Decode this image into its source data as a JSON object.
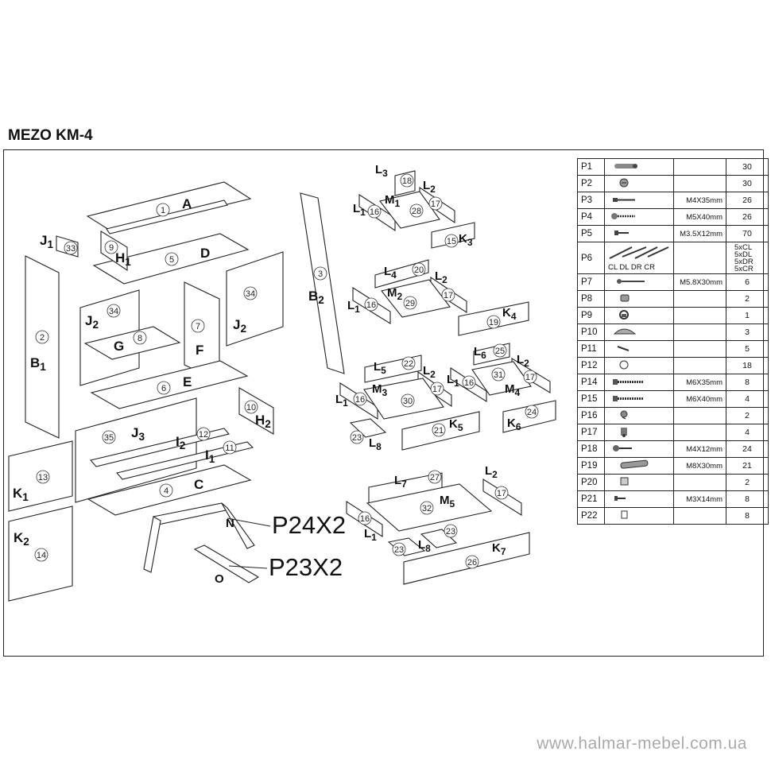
{
  "title": "MEZO KM-4",
  "footer": "www.halmar-mebel.com.ua",
  "diagram": {
    "panel_labels": [
      {
        "id": "A",
        "text": "A"
      },
      {
        "id": "D",
        "text": "D"
      },
      {
        "id": "J1",
        "text": "J",
        "sub": "1"
      },
      {
        "id": "H1",
        "text": "H",
        "sub": "1"
      },
      {
        "id": "B1",
        "text": "B",
        "sub": "1"
      },
      {
        "id": "J2a",
        "text": "J",
        "sub": "2"
      },
      {
        "id": "G",
        "text": "G"
      },
      {
        "id": "F",
        "text": "F"
      },
      {
        "id": "J2b",
        "text": "J",
        "sub": "2"
      },
      {
        "id": "E",
        "text": "E"
      },
      {
        "id": "H2",
        "text": "H",
        "sub": "2"
      },
      {
        "id": "J3",
        "text": "J",
        "sub": "3"
      },
      {
        "id": "I2",
        "text": "I",
        "sub": "2"
      },
      {
        "id": "I1",
        "text": "I",
        "sub": "1"
      },
      {
        "id": "C",
        "text": "C"
      },
      {
        "id": "K1",
        "text": "K",
        "sub": "1"
      },
      {
        "id": "K2",
        "text": "K",
        "sub": "2"
      },
      {
        "id": "N",
        "text": "N"
      },
      {
        "id": "O",
        "text": "O"
      },
      {
        "id": "B2",
        "text": "B",
        "sub": "2"
      },
      {
        "id": "L3",
        "text": "L",
        "sub": "3"
      },
      {
        "id": "L2a",
        "text": "L",
        "sub": "2"
      },
      {
        "id": "M1",
        "text": "M",
        "sub": "1"
      },
      {
        "id": "L1a",
        "text": "L",
        "sub": "1"
      },
      {
        "id": "K3",
        "text": "K",
        "sub": "3"
      },
      {
        "id": "L4",
        "text": "L",
        "sub": "4"
      },
      {
        "id": "L2b",
        "text": "L",
        "sub": "2"
      },
      {
        "id": "M2",
        "text": "M",
        "sub": "2"
      },
      {
        "id": "L1b",
        "text": "L",
        "sub": "1"
      },
      {
        "id": "K4",
        "text": "K",
        "sub": "4"
      },
      {
        "id": "L6",
        "text": "L",
        "sub": "6"
      },
      {
        "id": "L2c",
        "text": "L",
        "sub": "2"
      },
      {
        "id": "L5",
        "text": "L",
        "sub": "5"
      },
      {
        "id": "L2d",
        "text": "L",
        "sub": "2"
      },
      {
        "id": "L1c",
        "text": "L",
        "sub": "1"
      },
      {
        "id": "M4",
        "text": "M",
        "sub": "4"
      },
      {
        "id": "M3",
        "text": "M",
        "sub": "3"
      },
      {
        "id": "L1d",
        "text": "L",
        "sub": "1"
      },
      {
        "id": "K5",
        "text": "K",
        "sub": "5"
      },
      {
        "id": "K6",
        "text": "K",
        "sub": "6"
      },
      {
        "id": "L8a",
        "text": "L",
        "sub": "8"
      },
      {
        "id": "L2e",
        "text": "L",
        "sub": "2"
      },
      {
        "id": "L7",
        "text": "L",
        "sub": "7"
      },
      {
        "id": "M5",
        "text": "M",
        "sub": "5"
      },
      {
        "id": "L1e",
        "text": "L",
        "sub": "1"
      },
      {
        "id": "L8b",
        "text": "L",
        "sub": "8"
      },
      {
        "id": "K7",
        "text": "K",
        "sub": "7"
      }
    ],
    "part_numbers": [
      "1",
      "5",
      "33",
      "9",
      "2",
      "34",
      "8",
      "7",
      "34",
      "6",
      "10",
      "35",
      "12",
      "11",
      "4",
      "13",
      "14",
      "3",
      "18",
      "17",
      "16",
      "28",
      "15",
      "20",
      "17",
      "29",
      "16",
      "19",
      "25",
      "17",
      "22",
      "17",
      "16",
      "31",
      "16",
      "30",
      "21",
      "24",
      "23",
      "27",
      "17",
      "32",
      "16",
      "23",
      "23",
      "26"
    ],
    "callouts": [
      {
        "id": "N",
        "text": "P24X2"
      },
      {
        "id": "O",
        "text": "P23X2"
      }
    ]
  },
  "parts_table": [
    {
      "code": "P1",
      "icon": "dowel-icon",
      "spec": "",
      "qty": "30"
    },
    {
      "code": "P2",
      "icon": "cam-lock-icon",
      "spec": "",
      "qty": "30"
    },
    {
      "code": "P3",
      "icon": "screw-icon",
      "spec": "M4X35mm",
      "qty": "26"
    },
    {
      "code": "P4",
      "icon": "wood-screw-icon",
      "spec": "M5X40mm",
      "qty": "26"
    },
    {
      "code": "P5",
      "icon": "short-screw-icon",
      "spec": "M3.5X12mm",
      "qty": "70"
    },
    {
      "code": "P6",
      "icon": "drawer-slides-icon",
      "spec": "",
      "caption": "CL DL DR CR",
      "qty": [
        "5xCL",
        "5xDL",
        "5xDR",
        "5xCR"
      ]
    },
    {
      "code": "P7",
      "icon": "bolt-icon",
      "spec": "M5.8X30mm",
      "qty": "6"
    },
    {
      "code": "P8",
      "icon": "connector-icon",
      "spec": "",
      "qty": "2"
    },
    {
      "code": "P9",
      "icon": "bracket-icon",
      "spec": "",
      "qty": "1"
    },
    {
      "code": "P10",
      "icon": "handle-icon",
      "spec": "",
      "qty": "3"
    },
    {
      "code": "P11",
      "icon": "pin-icon",
      "spec": "",
      "qty": "5"
    },
    {
      "code": "P12",
      "icon": "cap-icon",
      "spec": "",
      "qty": "18"
    },
    {
      "code": "P14",
      "icon": "long-bolt-icon",
      "spec": "M6X35mm",
      "qty": "8"
    },
    {
      "code": "P15",
      "icon": "long-bolt-icon",
      "spec": "M6X40mm",
      "qty": "4"
    },
    {
      "code": "P16",
      "icon": "clip-icon",
      "spec": "",
      "qty": "2"
    },
    {
      "code": "P17",
      "icon": "anchor-icon",
      "spec": "",
      "qty": "4"
    },
    {
      "code": "P18",
      "icon": "flat-screw-icon",
      "spec": "M4X12mm",
      "qty": "24"
    },
    {
      "code": "P19",
      "icon": "rod-icon",
      "spec": "M8X30mm",
      "qty": "21"
    },
    {
      "code": "P20",
      "icon": "block-icon",
      "spec": "",
      "qty": "2"
    },
    {
      "code": "P21",
      "icon": "small-screw-icon",
      "spec": "M3X14mm",
      "qty": "8"
    },
    {
      "code": "P22",
      "icon": "foot-icon",
      "spec": "",
      "qty": "8"
    }
  ]
}
